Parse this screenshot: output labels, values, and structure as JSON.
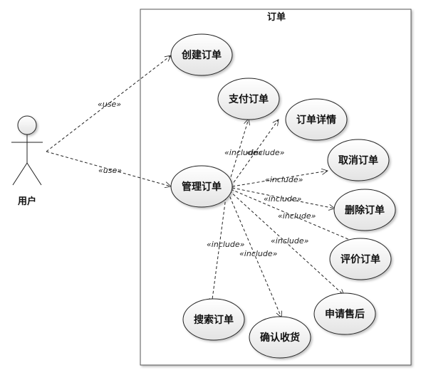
{
  "system": {
    "title": "订单"
  },
  "actor": {
    "name": "用户"
  },
  "use_cases": [
    {
      "id": "create",
      "label": "创建订单"
    },
    {
      "id": "pay",
      "label": "支付订单"
    },
    {
      "id": "detail",
      "label": "订单详情"
    },
    {
      "id": "manage",
      "label": "管理订单"
    },
    {
      "id": "cancel",
      "label": "取消订单"
    },
    {
      "id": "delete",
      "label": "删除订单"
    },
    {
      "id": "review",
      "label": "评价订单"
    },
    {
      "id": "search",
      "label": "搜索订单"
    },
    {
      "id": "confirm",
      "label": "确认收货"
    },
    {
      "id": "aftersale",
      "label": "申请售后"
    }
  ],
  "relations": [
    {
      "id": "actor-create",
      "label": "«use»"
    },
    {
      "id": "actor-manage",
      "label": "«use»"
    },
    {
      "id": "manage-pay",
      "label": "«include»"
    },
    {
      "id": "manage-detail",
      "label": "«include»"
    },
    {
      "id": "manage-cancel",
      "label": "«include»"
    },
    {
      "id": "manage-delete",
      "label": "«include»"
    },
    {
      "id": "manage-review",
      "label": "«include»"
    },
    {
      "id": "manage-search",
      "label": "«include»"
    },
    {
      "id": "manage-confirm",
      "label": "«include»"
    },
    {
      "id": "manage-aftersale",
      "label": "«include»"
    }
  ],
  "colors": {
    "ellipse_fill_light": "#ffffff",
    "ellipse_fill_dark": "#e6e6e6",
    "stroke": "#222222",
    "system_border": "#555555"
  }
}
